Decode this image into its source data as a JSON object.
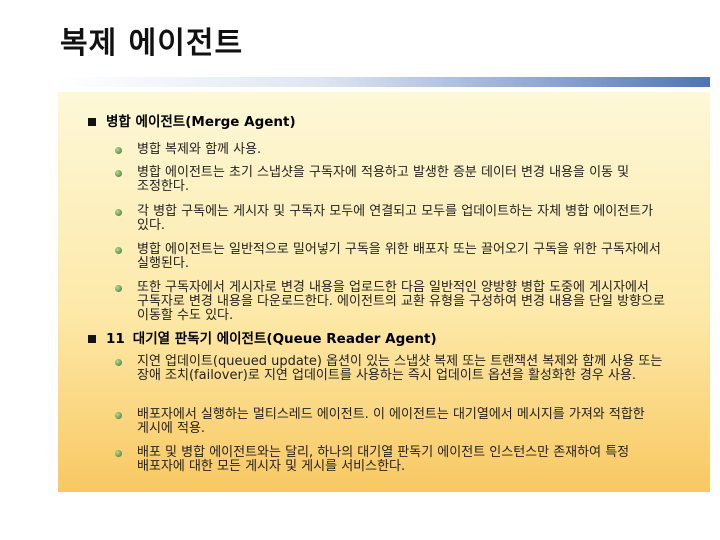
{
  "slide": {
    "title": "복제 에이전트",
    "sections": [
      {
        "number": "",
        "heading": "병합 에이전트(Merge Agent)",
        "items": [
          "병합 복제와 함께 사용.",
          "병합 에이전트는 초기 스냅샷을 구독자에 적용하고 발생한 증분 데이터 변경 내용을 이동 및 조정한다.",
          "각 병합 구독에는 게시자 및 구독자 모두에 연결되고 모두를 업데이트하는 자체 병합 에이전트가 있다.",
          "병합 에이전트는 일반적으로 밀어넣기 구독을 위한 배포자 또는 끌어오기 구독을 위한 구독자에서 실행된다.",
          "또한 구독자에서 게시자로 변경 내용을 업로드한 다음 일반적인 양방향 병합 도중에 게시자에서 구독자로 변경 내용을 다운로드한다. 에이전트의 교환 유형을 구성하여 변경 내용을 단일 방향으로 이동할 수도 있다."
        ]
      },
      {
        "number": "11",
        "heading": "대기열 판독기 에이전트(Queue Reader Agent)",
        "items": [
          "지연 업데이트(queued update) 옵션이 있는 스냅샷 복제 또는 트랜잭션 복제와 함께 사용 또는 장애 조치(failover)로 지연 업데이트를 사용하는 즉시 업데이트 옵션을 활성화한 경우 사용.",
          "배포자에서 실행하는 멀티스레드 에이전트. 이 에이전트는 대기열에서 메시지를 가져와 적합한 게시에 적용.",
          "배포 및 병합 에이전트와는 달리, 하나의 대기열 판독기 에이전트 인스턴스만 존재하여 특정 배포자에 대한 모든 게시자 및 게시를 서비스한다."
        ]
      }
    ]
  }
}
